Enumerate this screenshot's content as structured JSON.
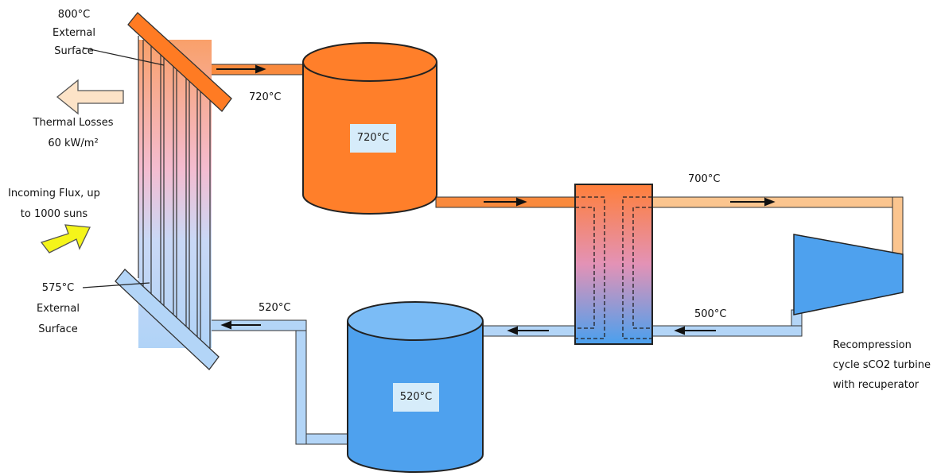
{
  "receiver": {
    "top_label": [
      "800°C",
      "External",
      "Surface"
    ],
    "bottom_label": [
      "575°C",
      "External",
      "Surface"
    ]
  },
  "losses": {
    "label": [
      "Thermal Losses",
      "60 kW/m²"
    ]
  },
  "flux": {
    "label": [
      "Incoming Flux, up",
      "to 1000 suns"
    ]
  },
  "pipes": {
    "hot_pipe_temp": "720°C",
    "turbine_inlet_temp": "700°C",
    "turbine_outlet_temp": "500°C",
    "cold_pipe_temp": "520°C"
  },
  "tanks": {
    "hot": {
      "label": "720°C"
    },
    "cold": {
      "label": "520°C"
    }
  },
  "turbine": {
    "label": [
      "Recompression",
      "cycle sCO2 turbine",
      "with recuperator"
    ]
  },
  "colors": {
    "hot_orange": "#ff7f2a",
    "hot_pipe": "#f98a3d",
    "warm_pipe": "#fbc58f",
    "cold_blue": "#4ea1ee",
    "cold_pipe": "#b3d5f7",
    "arrow_yellow": "#f5f51a",
    "arrow_peach": "#fde3c7"
  }
}
